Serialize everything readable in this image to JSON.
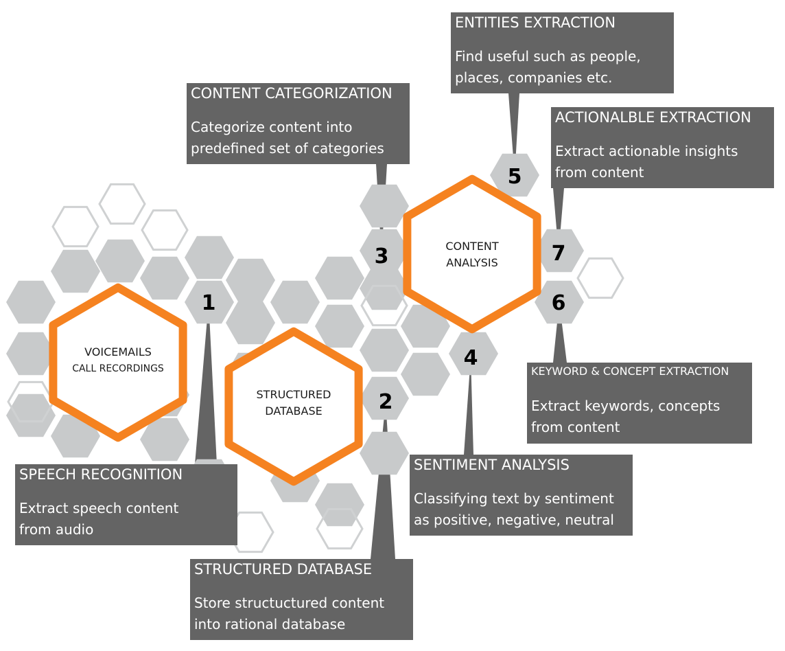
{
  "hubs": {
    "voicemails": {
      "line1": "VOICEMAILS",
      "line2": "CALL RECORDINGS"
    },
    "structured": {
      "line1": "STRUCTURED",
      "line2": "DATABASE"
    },
    "content": {
      "line1": "CONTENT",
      "line2": "ANALYSIS"
    }
  },
  "steps": [
    {
      "number": "1",
      "title": "SPEECH RECOGNITION",
      "description": [
        "Extract speech content",
        "from audio"
      ]
    },
    {
      "number": "2",
      "title": "STRUCTURED DATABASE",
      "description": [
        "Store structuctured content",
        "into rational database"
      ]
    },
    {
      "number": "3",
      "title": "CONTENT CATEGORIZATION",
      "description": [
        "Categorize content into",
        "predefined set of categories"
      ]
    },
    {
      "number": "4",
      "title": "SENTIMENT ANALYSIS",
      "description": [
        "Classifying text by sentiment",
        "as positive, negative, neutral"
      ]
    },
    {
      "number": "5",
      "title": "ENTITIES EXTRACTION",
      "description": [
        "Find useful such as people,",
        "places, companies etc."
      ]
    },
    {
      "number": "6",
      "title": "KEYWORD & CONCEPT EXTRACTION",
      "description": [
        "Extract keywords, concepts",
        "from content"
      ]
    },
    {
      "number": "7",
      "title": "ACTIONALBLE EXTRACTION",
      "description": [
        "Extract actionable insights",
        "from content"
      ]
    }
  ],
  "colors": {
    "hub_ring": "#f58220",
    "hex_fill": "#c8cacb",
    "hex_outline": "#cfd1d2",
    "callout_bg": "#646464",
    "callout_text": "#ffffff"
  }
}
